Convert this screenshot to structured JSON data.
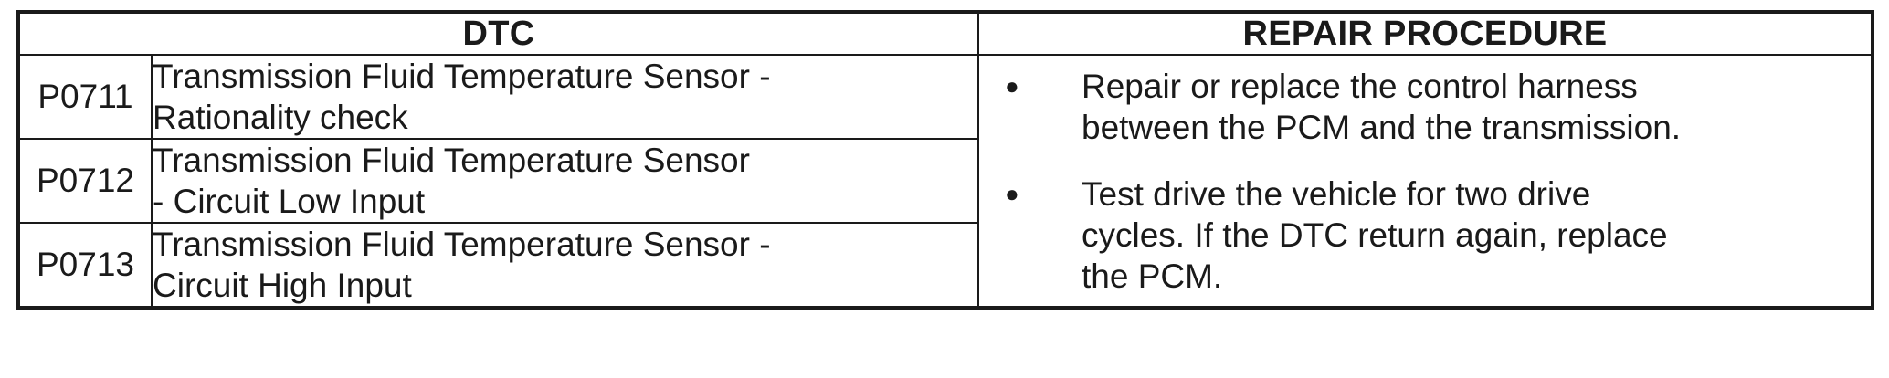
{
  "table": {
    "headers": {
      "dtc": "DTC",
      "repair_procedure": "REPAIR PROCEDURE"
    },
    "rows": [
      {
        "code": "P0711",
        "description": "Transmission Fluid Temperature Sensor -\nRationality check"
      },
      {
        "code": "P0712",
        "description": "Transmission Fluid Temperature Sensor\n- Circuit Low Input"
      },
      {
        "code": "P0713",
        "description": "Transmission Fluid Temperature Sensor -\nCircuit High Input"
      }
    ],
    "repair_procedure": {
      "bullet_glyph": "●",
      "items": [
        "Repair or replace the control harness\nbetween the PCM and the transmission.",
        "Test drive the vehicle for two drive\ncycles. If the DTC return again, replace\nthe PCM."
      ]
    }
  },
  "colors": {
    "border": "#1a1a1a",
    "text": "#1a1a1a",
    "background": "#ffffff"
  }
}
